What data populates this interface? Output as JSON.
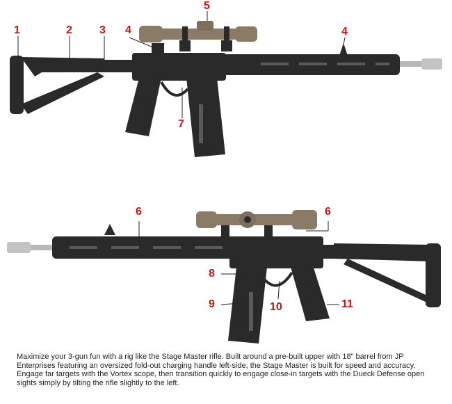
{
  "callouts_top": [
    "1",
    "2",
    "3",
    "4",
    "5",
    "4",
    "7"
  ],
  "callouts_bottom": [
    "6",
    "6",
    "8",
    "9",
    "10",
    "11"
  ],
  "caption": "Maximize your 3-gun fun with a rig like the Stage Master rifle. Built around a pre-built upper with 18\" barrel from JP Enterprises  featuring an oversized fold-out charging handle left-side, the Stage Master is built for speed and accuracy. Engage far targets with the Vortex scope, then transition quickly to engage close-in targets with the Dueck Defense open sights simply by tilting the rifle slightly to the left.",
  "colors": {
    "callout": "#cc1111",
    "rifle": "#2a2a2a",
    "scope": "#8a7b66",
    "barrel": "#b8b8b8",
    "leader": "#222222"
  }
}
